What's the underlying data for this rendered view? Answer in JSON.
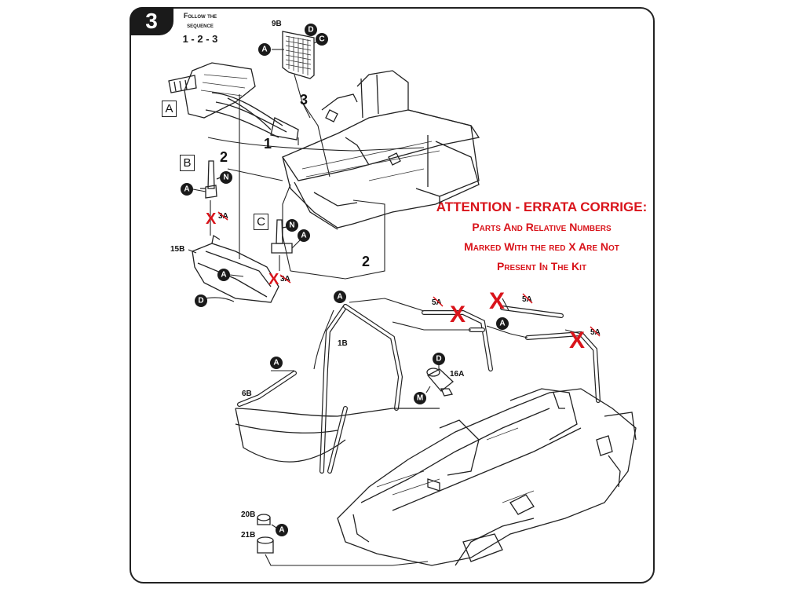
{
  "step": {
    "number": "3"
  },
  "sequence": {
    "line1": "Follow the",
    "line2": "sequence",
    "line3": "1 - 2 - 3"
  },
  "sub_assemblies": {
    "a": "A",
    "b": "B",
    "c": "C"
  },
  "sequence_arrows": {
    "one": "1",
    "two_b": "2",
    "two_c": "2",
    "three": "3"
  },
  "errata": {
    "title": "ATTENTION - ERRATA CORRIGE:",
    "line1": "Parts And Relative Numbers",
    "line2": "Marked With the red X Are Not",
    "line3": "Present In The Kit",
    "color": "#d9141b"
  },
  "parts": {
    "p9b": "9B",
    "p15b": "15B",
    "p1b": "1B",
    "p6b": "6B",
    "p16a": "16A",
    "p20b": "20B",
    "p21b": "21B",
    "p5a": "5A",
    "p3a": "3A"
  },
  "markers": {
    "a": "A",
    "c": "C",
    "d": "D",
    "m": "M",
    "n": "N"
  },
  "removed_mark": "X"
}
